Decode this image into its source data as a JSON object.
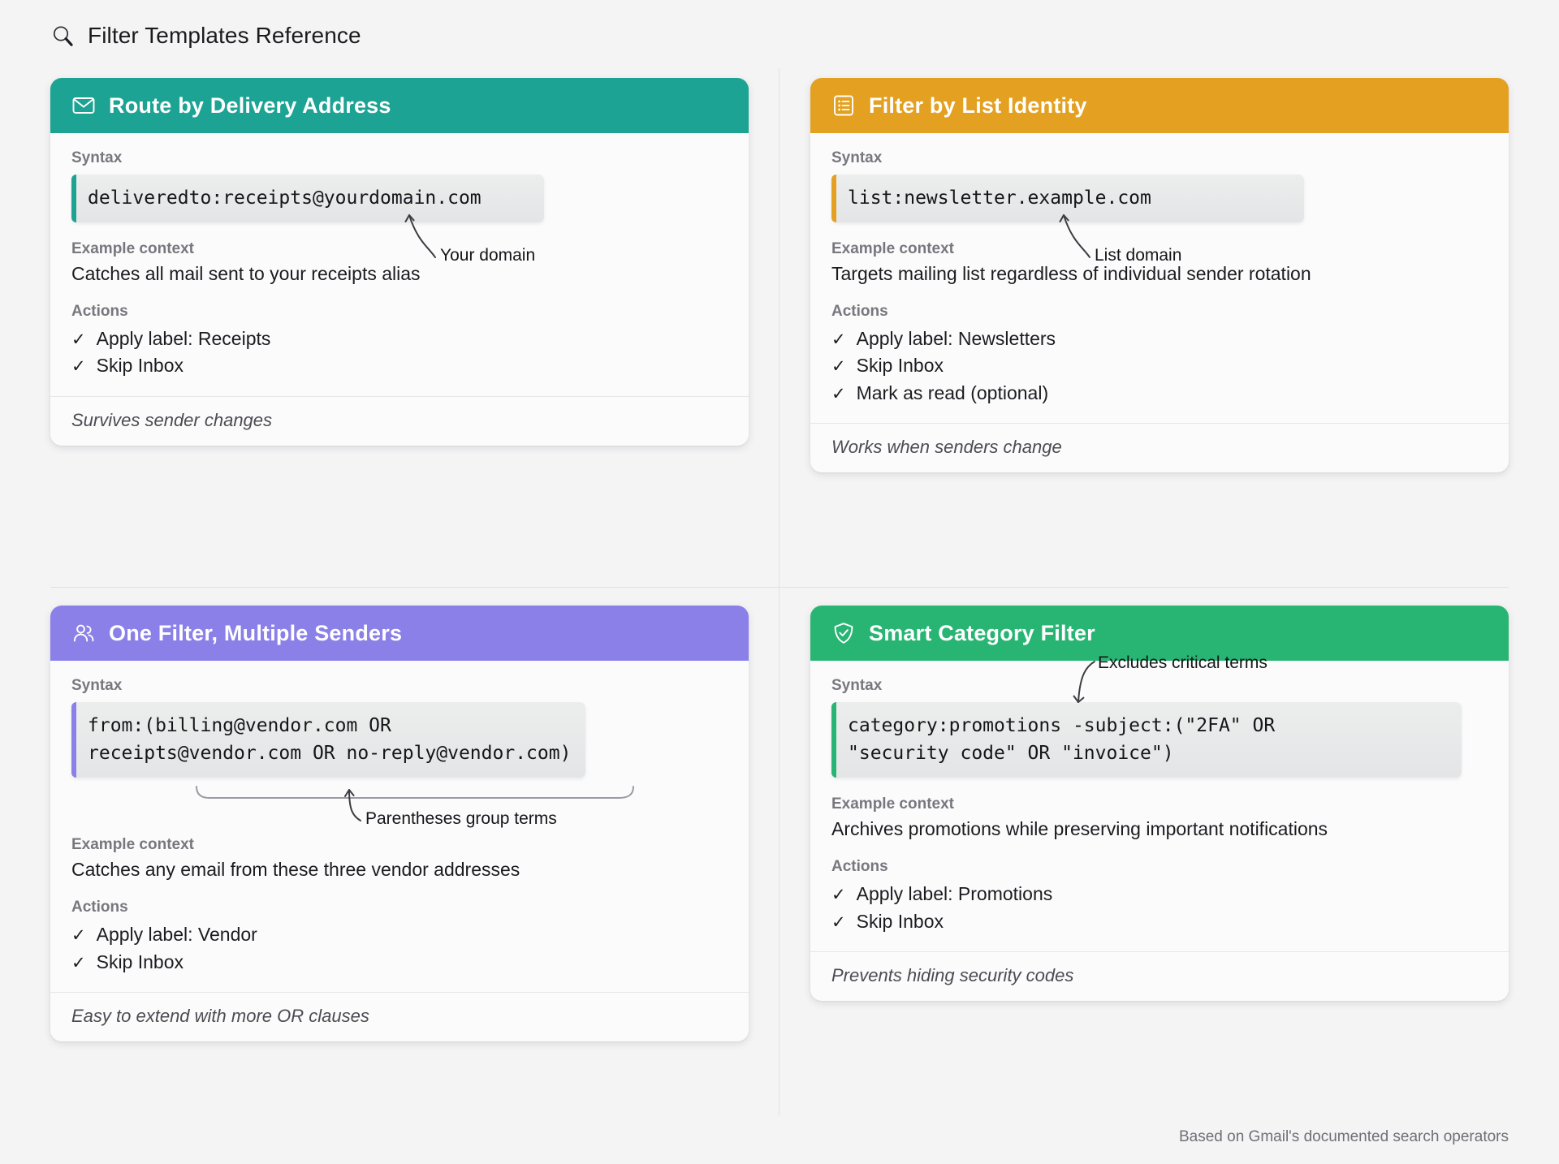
{
  "header": {
    "icon": "search-icon",
    "title": "Filter Templates Reference"
  },
  "labels": {
    "syntax": "Syntax",
    "context": "Example context",
    "actions": "Actions",
    "check": "✓"
  },
  "cards": [
    {
      "id": "route-by-delivery-address",
      "icon": "envelope-icon",
      "title": "Route by Delivery Address",
      "accent": "#1da394",
      "syntax": "deliveredto:receipts@yourdomain.com",
      "annotation": "Your domain",
      "context": "Catches all mail sent to your receipts alias",
      "actions": [
        "Apply label: Receipts",
        "Skip Inbox"
      ],
      "footer": "Survives sender changes"
    },
    {
      "id": "filter-by-list-identity",
      "icon": "list-icon",
      "title": "Filter by List Identity",
      "accent": "#e3a021",
      "syntax": "list:newsletter.example.com",
      "annotation": "List domain",
      "context": "Targets mailing list regardless of individual sender rotation",
      "actions": [
        "Apply label: Newsletters",
        "Skip Inbox",
        "Mark as read (optional)"
      ],
      "footer": "Works when senders change"
    },
    {
      "id": "one-filter-multiple-senders",
      "icon": "people-icon",
      "title": "One Filter, Multiple Senders",
      "accent": "#8b80e8",
      "syntax": "from:(billing@vendor.com OR\nreceipts@vendor.com OR no-reply@vendor.com)",
      "annotation": "Parentheses group terms",
      "context": "Catches any email from these three vendor addresses",
      "actions": [
        "Apply label: Vendor",
        "Skip Inbox"
      ],
      "footer": "Easy to extend with more OR clauses"
    },
    {
      "id": "smart-category-filter",
      "icon": "shield-check-icon",
      "title": "Smart Category Filter",
      "accent": "#28b573",
      "syntax": "category:promotions -subject:(\"2FA\" OR\n\"security code\" OR \"invoice\")",
      "annotation": "Excludes critical terms",
      "context": "Archives promotions while preserving important notifications",
      "actions": [
        "Apply label: Promotions",
        "Skip Inbox"
      ],
      "footer": "Prevents hiding security codes"
    }
  ],
  "caption": "Based on Gmail's documented search operators"
}
